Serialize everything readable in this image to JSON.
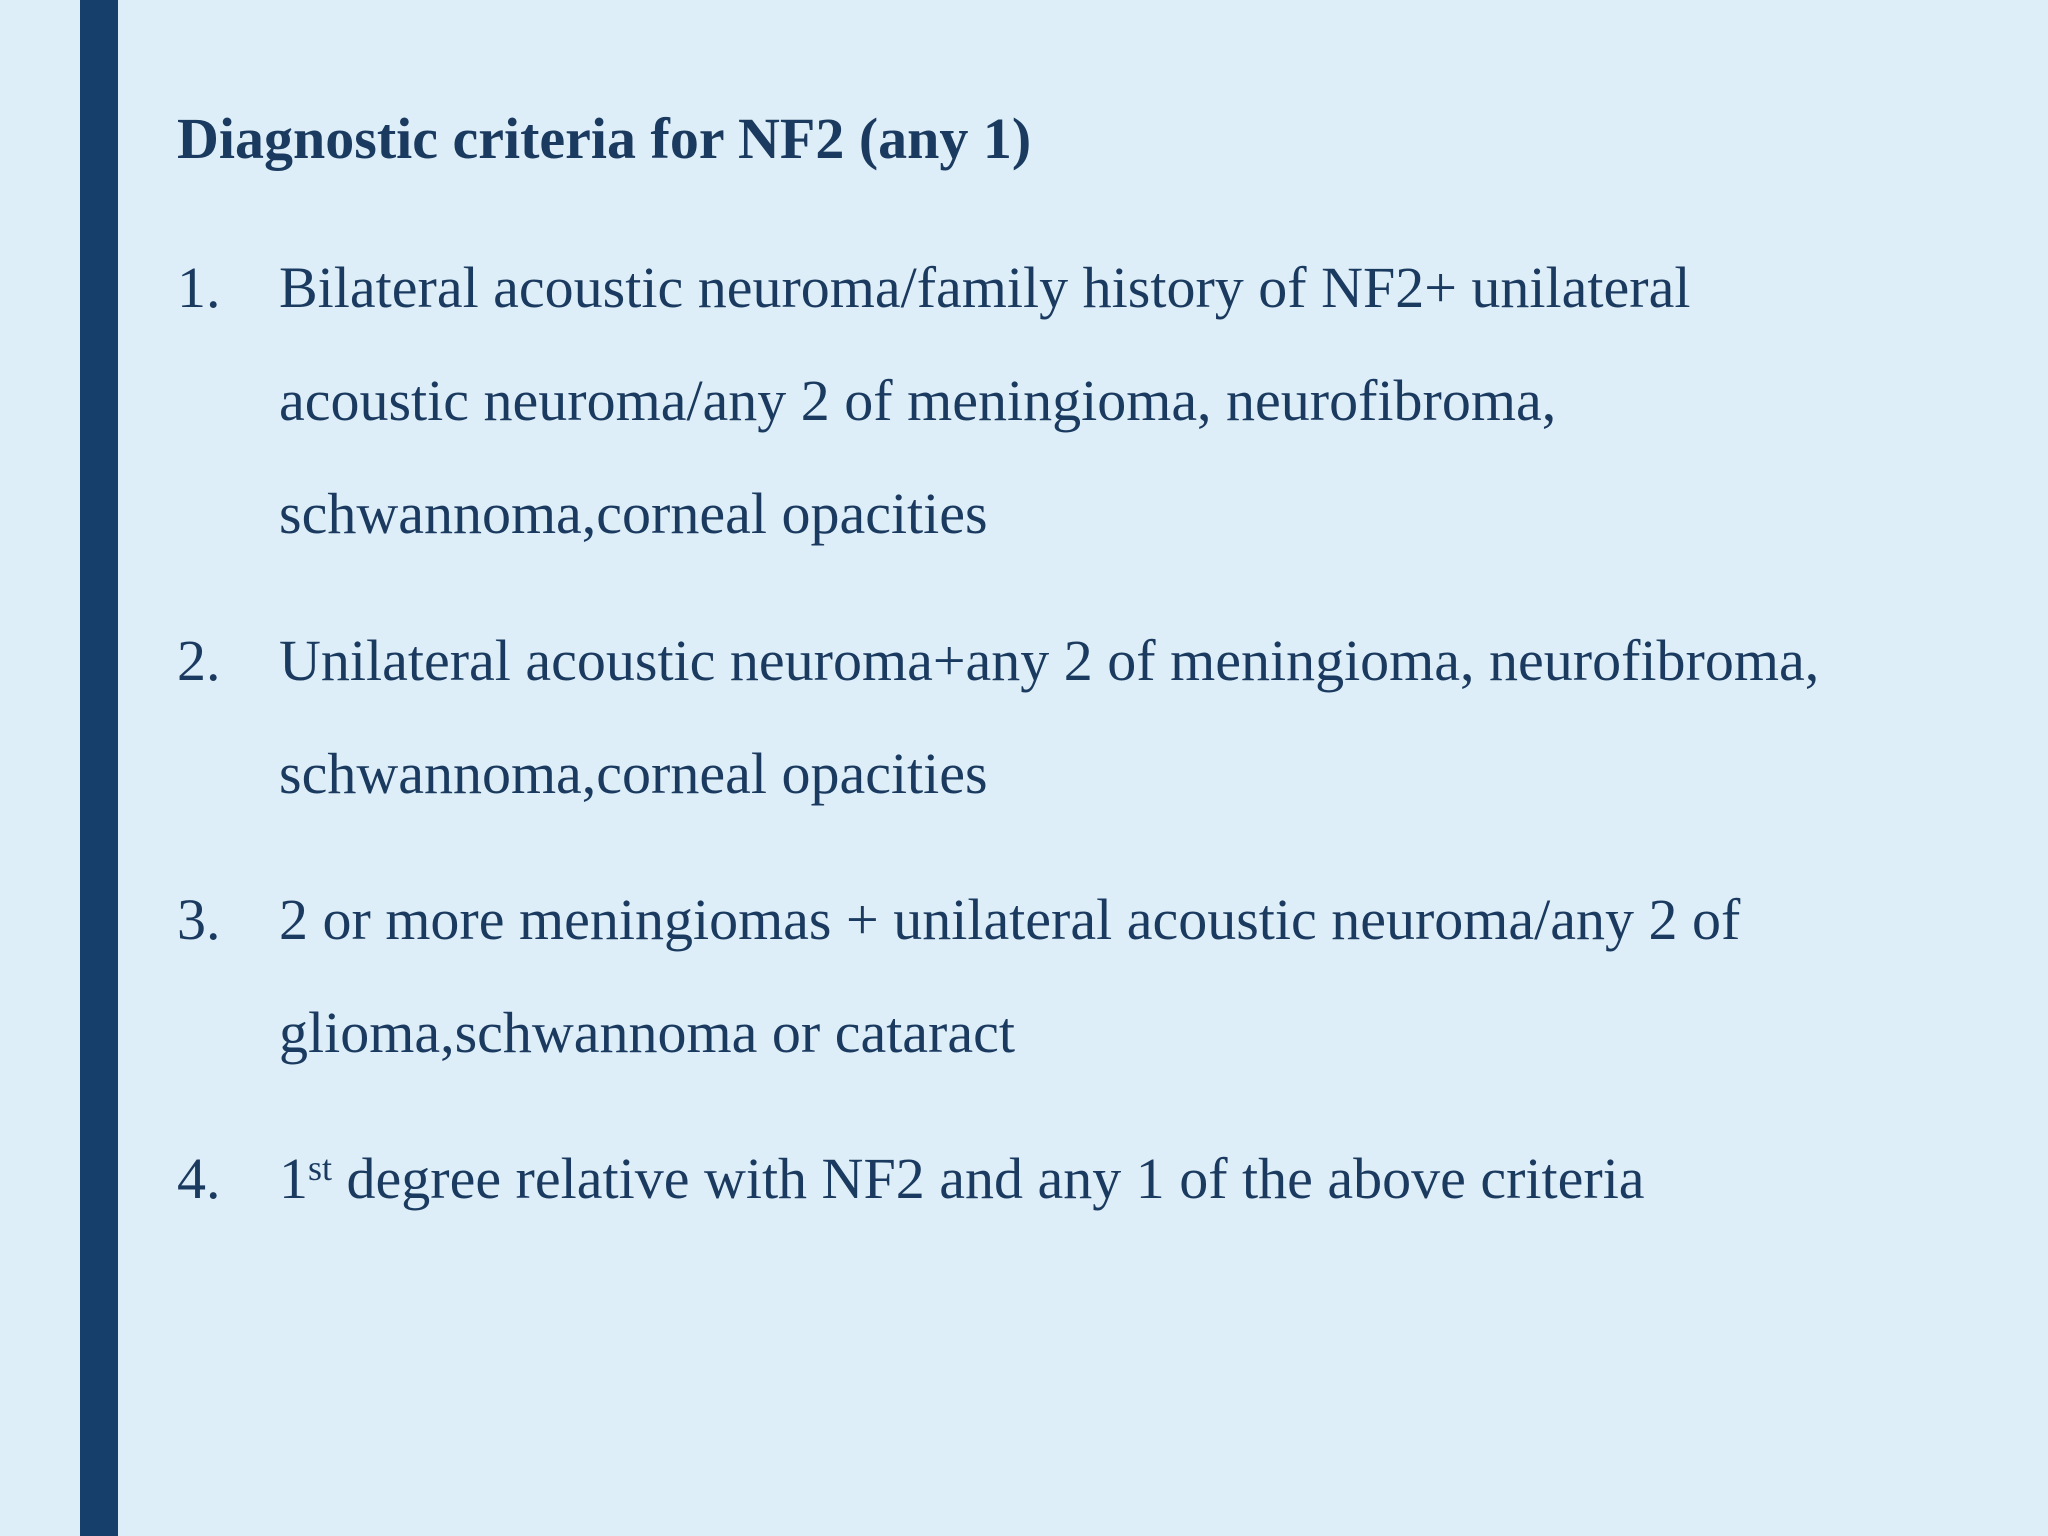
{
  "slide": {
    "title": "Diagnostic criteria for NF2 (any 1)",
    "items": [
      {
        "number": "1.",
        "lines": [
          "Bilateral acoustic neuroma/family history of NF2+ unilateral",
          "acoustic neuroma/any 2 of meningioma, neurofibroma,",
          "schwannoma,corneal opacities"
        ]
      },
      {
        "number": "2.",
        "lines": [
          "Unilateral acoustic neuroma+any 2 of meningioma, neurofibroma,",
          "schwannoma,corneal opacities"
        ]
      },
      {
        "number": "3.",
        "lines": [
          "2 or more meningiomas + unilateral acoustic neuroma/any 2 of",
          "glioma,schwannoma or cataract"
        ]
      },
      {
        "number": "4.",
        "prefix": "1",
        "superscript": "st",
        "rest": " degree relative with NF2 and any 1 of the above criteria"
      }
    ]
  },
  "colors": {
    "background": "#ddeef8",
    "accent_bar": "#173f6b",
    "text": "#1b3a5f"
  }
}
